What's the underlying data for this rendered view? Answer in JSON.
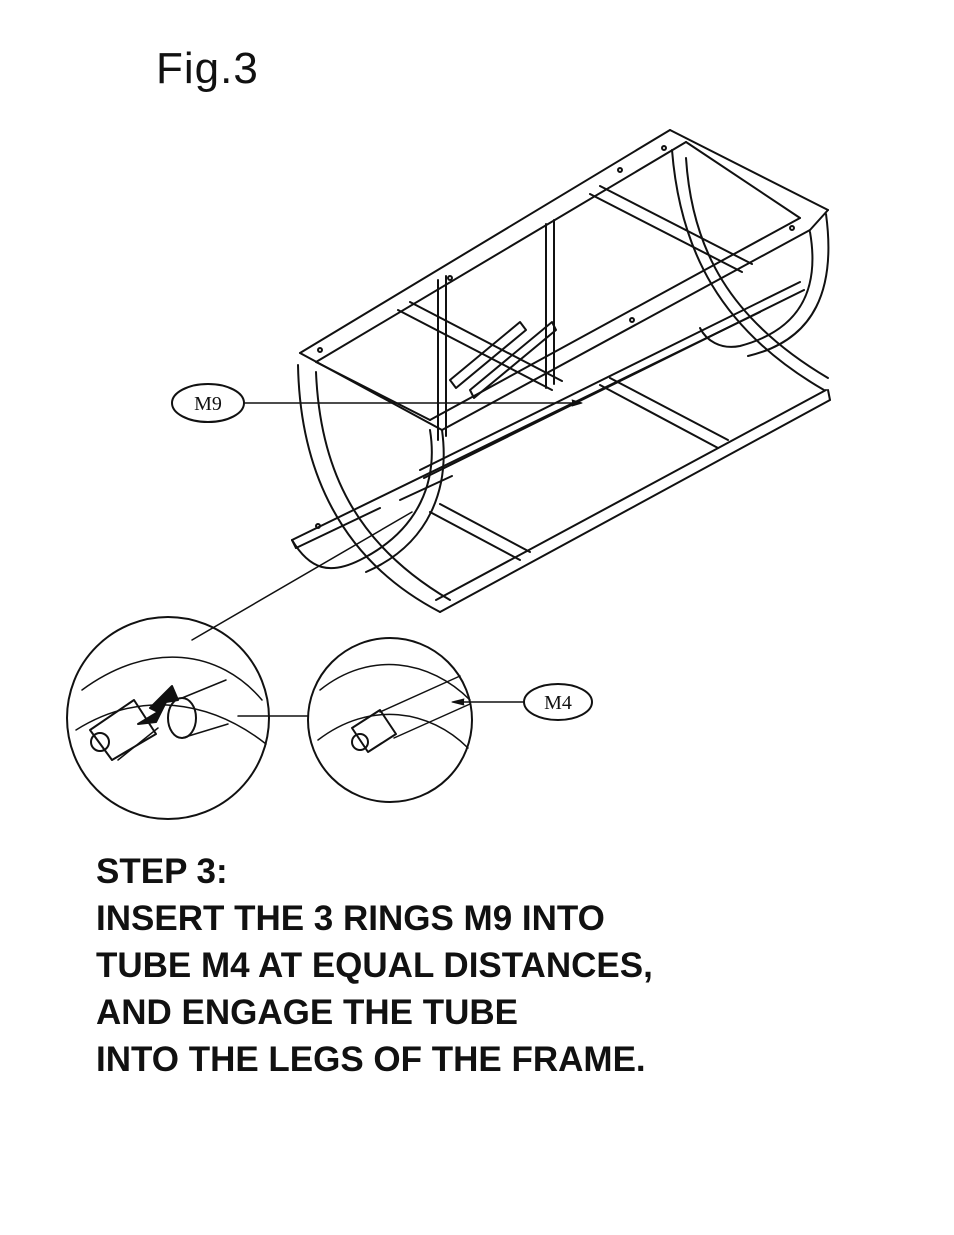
{
  "figure": {
    "title": "Fig.3"
  },
  "callouts": {
    "ring": "M9",
    "tube": "M4"
  },
  "instructions": {
    "step": "STEP 3:",
    "lines": [
      "INSERT THE 3 RINGS M9 INTO",
      "TUBE M4 AT EQUAL DISTANCES,",
      "AND ENGAGE THE TUBE",
      "INTO THE LEGS OF THE FRAME."
    ]
  }
}
